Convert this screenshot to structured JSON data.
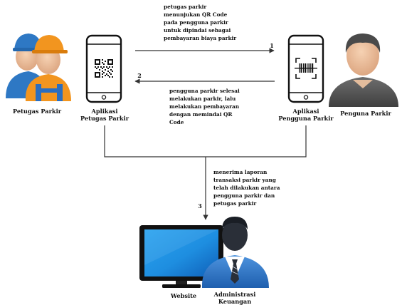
{
  "diagram": {
    "actors": {
      "petugas": "Petugas Parkir",
      "pengguna": "Penguna Parkir",
      "website": "Website",
      "admin_line1": "Administrasi",
      "admin_line2": "Keuangan"
    },
    "apps": {
      "petugas_line1": "Aplikasi",
      "petugas_line2": "Petugas Parkir",
      "pengguna_line1": "Aplikasi",
      "pengguna_line2": "Pengguna Parkir"
    },
    "steps": {
      "s1": "1",
      "s2": "2",
      "s3": "3"
    },
    "notes": {
      "n1": [
        "petugas parkir",
        "menunjukan QR Code",
        "pada pengguna parkir",
        "untuk dipindai sebagai",
        "pembayaran biaya parkir"
      ],
      "n2": [
        "pengguna parkir selesai",
        "melakukan parkir, lalu",
        "melakukan pembayaran",
        "dengan memindai QR",
        "Code"
      ],
      "n3": [
        "menerima laporan",
        "transaksi parkir yang",
        "telah dilakukan antara",
        "pengguna parkir dan",
        "petugas parkir"
      ]
    },
    "colors": {
      "arrow": "#333333",
      "helmet_blue": "#2e78c4",
      "helmet_orange": "#f2951f",
      "monitor_blue": "#1e8ee0",
      "suit": "#2a2f38",
      "admin_shirt_blue": "#3a7fd0"
    }
  }
}
